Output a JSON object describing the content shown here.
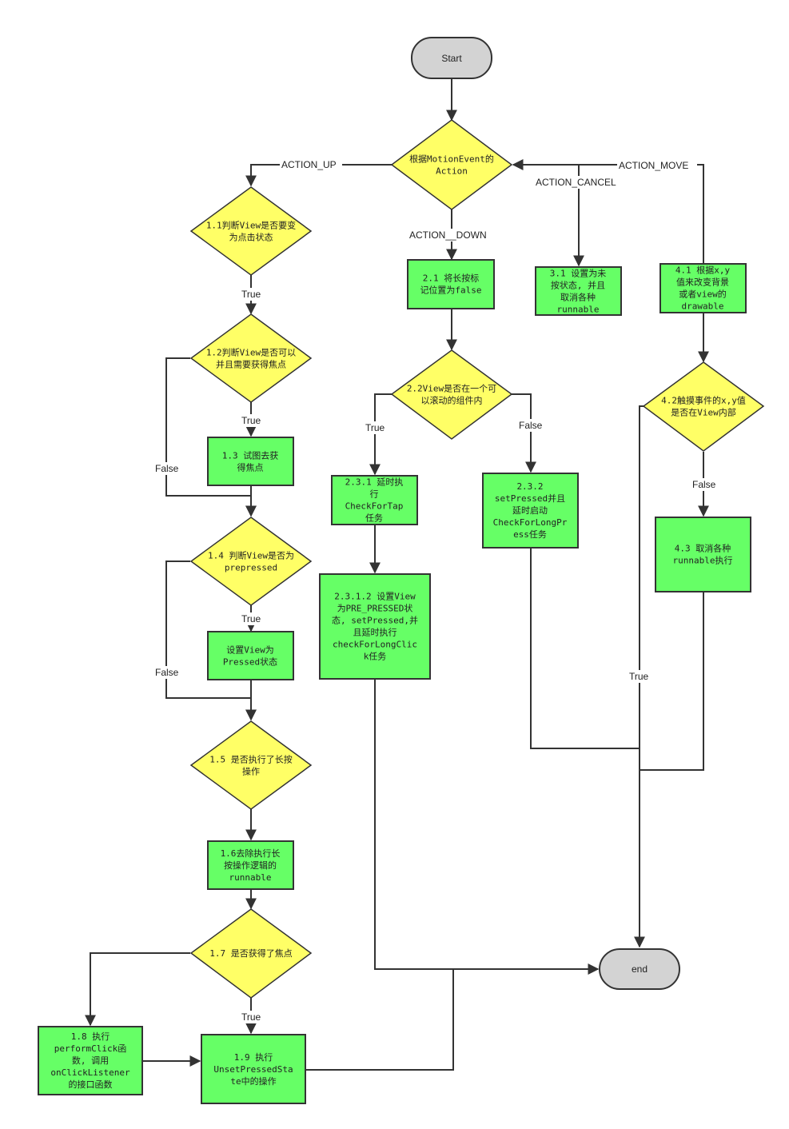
{
  "colors": {
    "decision": "#ffff66",
    "process": "#66ff66",
    "terminal": "#d3d3d3",
    "line": "#333333"
  },
  "nodes": {
    "start": [
      "Start"
    ],
    "end": [
      "end"
    ],
    "action": [
      "根据MotionEvent的",
      "Action"
    ],
    "d1_1": [
      "1.1判断View是否要变",
      "为点击状态"
    ],
    "d1_2": [
      "1.2判断View是否可以",
      "并且需要获得焦点"
    ],
    "p1_3": [
      "1.3 试图去获",
      "得焦点"
    ],
    "d1_4": [
      "1.4 判断View是否为",
      "prepressed"
    ],
    "p_pressed": [
      "设置View为",
      "Pressed状态"
    ],
    "d1_5": [
      "1.5 是否执行了长按",
      "操作"
    ],
    "p1_6": [
      "1.6去除执行长",
      "按操作逻辑的",
      "runnable"
    ],
    "d1_7": [
      "1.7 是否获得了焦点"
    ],
    "p1_8": [
      "1.8 执行",
      "performClick函",
      "数, 调用",
      "onClickListener",
      "的接口函数"
    ],
    "p1_9": [
      "1.9 执行",
      "UnsetPressedSta",
      "te中的操作"
    ],
    "p2_1": [
      "2.1 将长按标",
      "记位置为false"
    ],
    "d2_2": [
      "2.2View是否在一个可",
      "以滚动的组件内"
    ],
    "p2_3_1": [
      "2.3.1 延时执",
      "行",
      "CheckForTap",
      "任务"
    ],
    "p2_3_1_2": [
      "2.3.1.2 设置View",
      "为PRE_PRESSED状",
      "态, setPressed,并",
      "且延时执行",
      "checkForLongClic",
      "k任务"
    ],
    "p2_3_2": [
      "2.3.2",
      "setPressed并且",
      "延时启动",
      "CheckForLongPr",
      "ess任务"
    ],
    "p3_1": [
      "3.1 设置为未",
      "按状态, 并且",
      "取消各种",
      "runnable"
    ],
    "p4_1": [
      "4.1 根据x,y",
      "值来改变背景",
      "或者view的",
      "drawable"
    ],
    "d4_2": [
      "4.2触摸事件的x,y值",
      "是否在View内部"
    ],
    "p4_3": [
      "4.3 取消各种",
      "runnable执行"
    ]
  },
  "edge_labels": {
    "action_up": "ACTION_UP",
    "action_down": "ACTION__DOWN",
    "action_cancel": "ACTION_CANCEL",
    "action_move": "ACTION_MOVE",
    "t_1_1": "True",
    "t_1_2": "True",
    "f_1_2": "False",
    "t_1_4": "True",
    "f_1_4": "False",
    "t_1_7": "True",
    "t_2_2": "True",
    "f_2_2": "False",
    "f_4_2": "False",
    "t_4_2": "True"
  }
}
